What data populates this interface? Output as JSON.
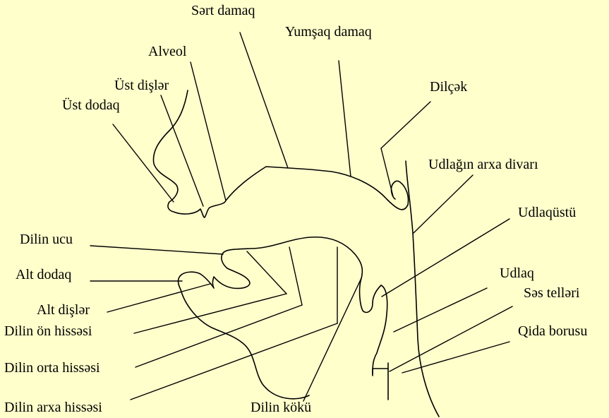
{
  "background": "#FFFFCC",
  "stroke_color": "#000000",
  "labels": {
    "sert_damaq": "Sərt damaq",
    "yumsaq_damaq": "Yumşaq damaq",
    "alveol": "Alveol",
    "ust_disler": "Üst dişlər",
    "ust_dodaq": "Üst dodaq",
    "dilcek": "Dilçək",
    "udlagin_arxa_divari": "Udlağın arxa divarı",
    "udlaqustu": "Udlaqüstü",
    "dilin_ucu": "Dilin ucu",
    "alt_dodaq": "Alt dodaq",
    "udlaq": "Udlaq",
    "ses_telleri": "Səs telləri",
    "alt_disler": "Alt dişlər",
    "dilin_on_hissesi": "Dilin ön hissəsi",
    "qida_borusu": "Qida borusu",
    "dilin_orta_hissesi": "Dilin orta hissəsi",
    "dilin_arxa_hissesi": "Dilin arxa hissəsi",
    "dilin_koku": "Dilin kökü"
  }
}
